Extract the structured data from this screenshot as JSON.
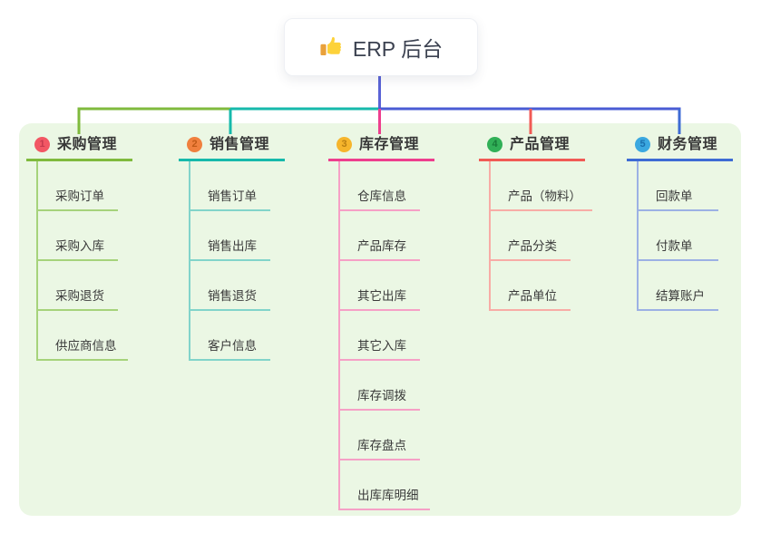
{
  "root": {
    "label": "ERP 后台",
    "icon": "thumbs-up-icon"
  },
  "colors": {
    "canvas-bg": "#ffffff",
    "panel-bg": "#ebf7e4",
    "text-dark": "#3b4150",
    "node-text": "#3a3a3a",
    "root-line": "#5a63d6",
    "bus-blue": "#4a5cd4",
    "branch1": "#7fba3d",
    "branch1-light": "#a6d37b",
    "badge1-bg": "#f25764",
    "badge1-digit": "#c53a4e",
    "branch2": "#16b9ab",
    "branch2-light": "#82d4ca",
    "badge2-bg": "#f0803e",
    "badge2-digit": "#c05a17",
    "branch3": "#ee3e8e",
    "branch3-light": "#f6a0c6",
    "badge3-bg": "#f6b52c",
    "badge3-digit": "#b97f12",
    "branch4": "#f15a55",
    "branch4-light": "#f8aca6",
    "badge4-bg": "#31b057",
    "badge4-digit": "#187a38",
    "branch5": "#3e6bd4",
    "branch5-light": "#9cb1e4",
    "badge5-bg": "#3ba8e0",
    "badge5-digit": "#1a6fae"
  },
  "branches": [
    {
      "badge": "1",
      "title": "采购管理",
      "children": [
        "采购订单",
        "采购入库",
        "采购退货",
        "供应商信息"
      ]
    },
    {
      "badge": "2",
      "title": "销售管理",
      "children": [
        "销售订单",
        "销售出库",
        "销售退货",
        "客户信息"
      ]
    },
    {
      "badge": "3",
      "title": "库存管理",
      "children": [
        "仓库信息",
        "产品库存",
        "其它出库",
        "其它入库",
        "库存调拨",
        "库存盘点",
        "出库库明细"
      ]
    },
    {
      "badge": "4",
      "title": "产品管理",
      "children": [
        "产品（物料）",
        "产品分类",
        "产品单位"
      ]
    },
    {
      "badge": "5",
      "title": "财务管理",
      "children": [
        "回款单",
        "付款单",
        "结算账户"
      ]
    }
  ]
}
